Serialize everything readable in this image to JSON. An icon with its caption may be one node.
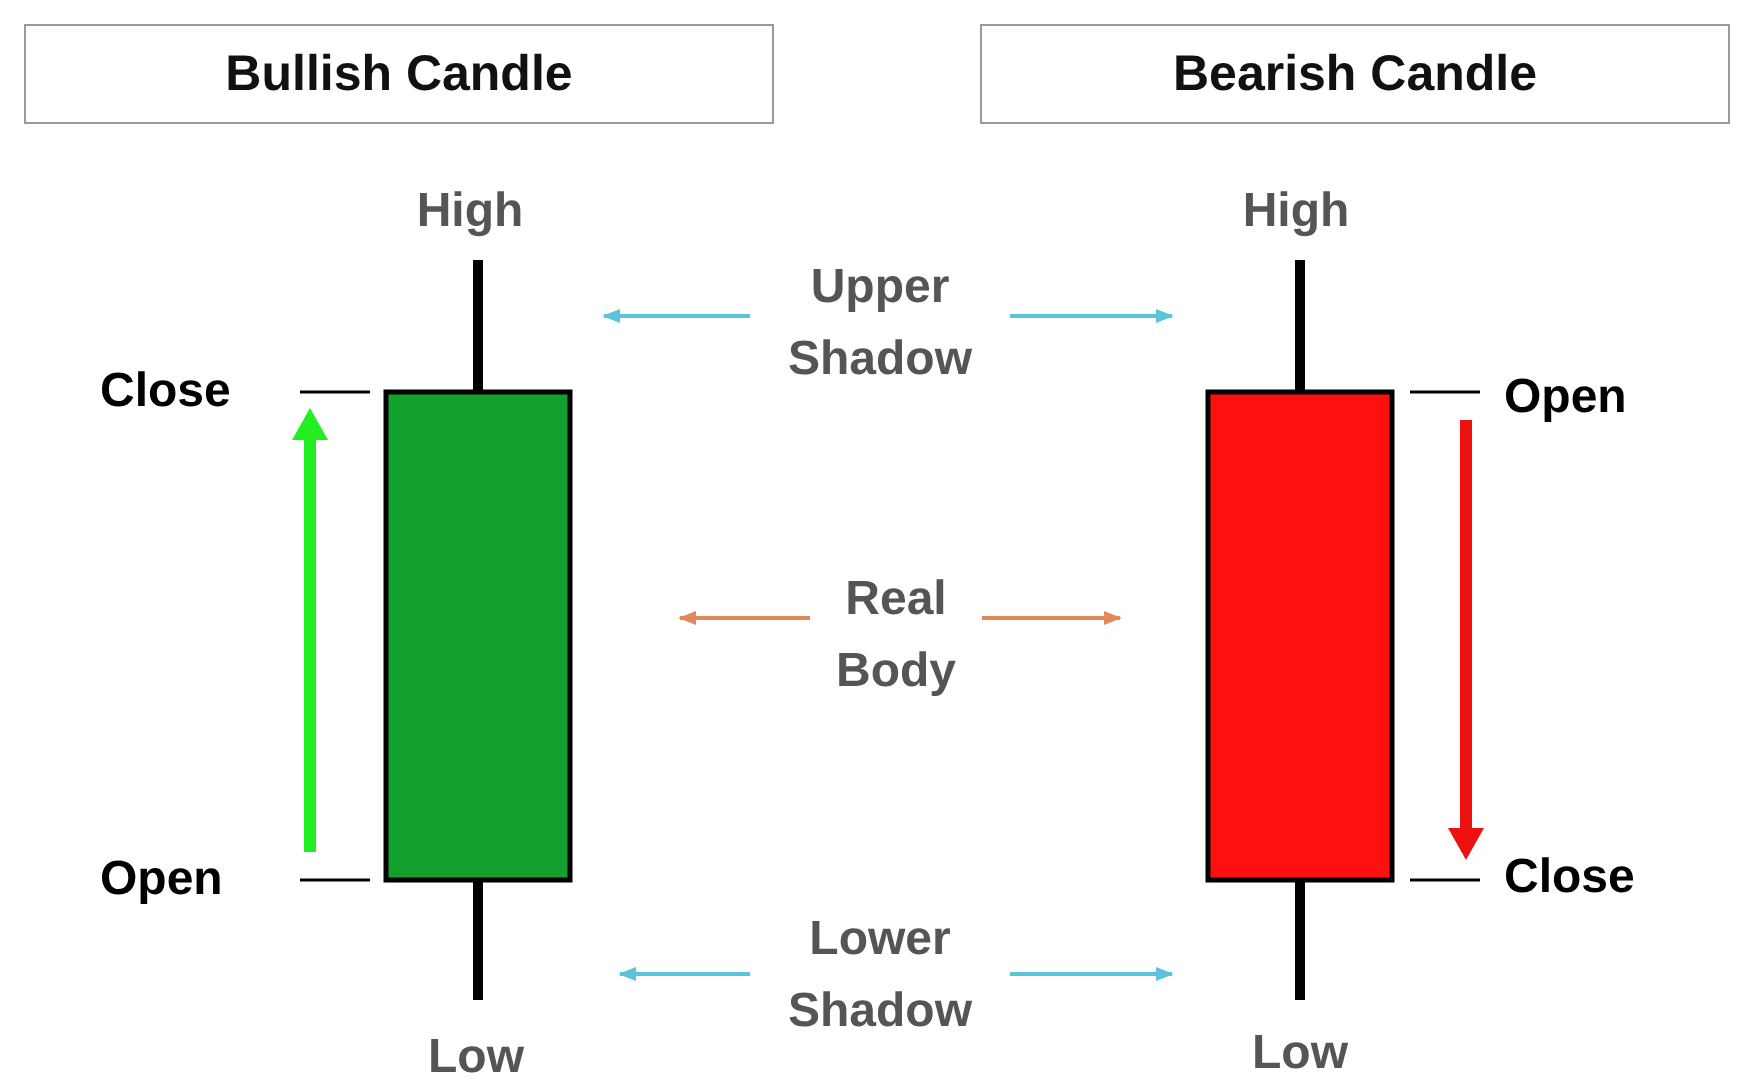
{
  "diagram": {
    "nodes": [
      {
        "text": [
          "Bullish Candle"
        ]
      },
      {
        "text": [
          "Bearish Candle"
        ]
      },
      {
        "text": [],
        "shape": "box"
      },
      {
        "text": [],
        "shape": "box"
      },
      {
        "text": [
          "Upper Shadow"
        ]
      },
      {
        "text": [
          "Real Body"
        ]
      },
      {
        "text": [
          "Lower Shadow"
        ]
      }
    ],
    "edges": [
      {
        "from": 4,
        "to": null,
        "arrow": "to"
      },
      {
        "from": 4,
        "to": null,
        "arrow": "to"
      },
      {
        "from": 5,
        "to": null,
        "arrow": "to",
        "color": "#e08a5a"
      },
      {
        "from": 5,
        "to": null,
        "arrow": "to",
        "color": "#e08a5a"
      },
      {
        "from": 6,
        "to": null,
        "arrow": "to"
      },
      {
        "from": 6,
        "to": null,
        "arrow": "to"
      }
    ],
    "labels": [
      "High",
      "High",
      "Close",
      "Open",
      "Open",
      "Close",
      "Low",
      "Low"
    ]
  }
}
